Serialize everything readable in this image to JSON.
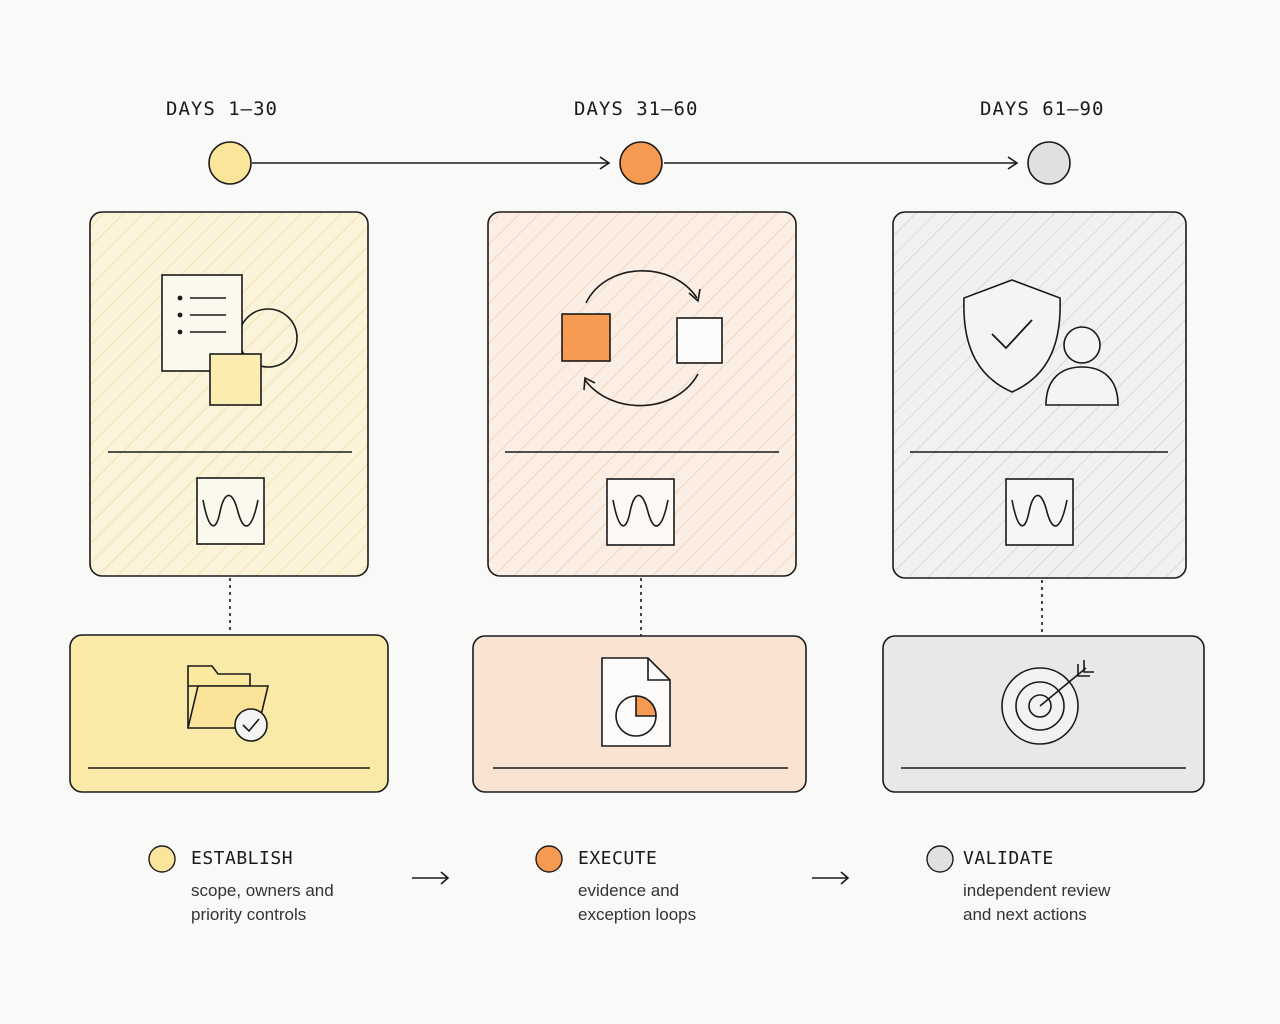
{
  "timeline": {
    "days": [
      {
        "label": "DAYS 1–30"
      },
      {
        "label": "DAYS 31–60"
      },
      {
        "label": "DAYS 61–90"
      }
    ]
  },
  "phases": [
    {
      "name": "ESTABLISH",
      "desc_line1": "scope, owners and",
      "desc_line2": "priority controls",
      "color": "#f9e39a"
    },
    {
      "name": "EXECUTE",
      "desc_line1": "evidence and",
      "desc_line2": "exception loops",
      "color": "#f5a05a"
    },
    {
      "name": "VALIDATE",
      "desc_line1": "independent review",
      "desc_line2": "and next actions",
      "color": "#e2e2e0"
    }
  ],
  "colors": {
    "yellow_fill": "#f9e9a6",
    "yellow_dot": "#fbe59a",
    "orange_fill": "#f9e3d2",
    "orange_dot": "#f59a50",
    "gray_fill": "#e8e8e7",
    "gray_dot": "#e0e0df",
    "stroke": "#1a1a1a"
  },
  "icons": {
    "card1_top": "document-list-icon",
    "card2_top": "cycle-arrows-icon",
    "card3_top": "shield-user-icon",
    "wave": "waveform-icon",
    "box1": "folder-check-icon",
    "box2": "report-pie-icon",
    "box3": "target-arrow-icon"
  }
}
